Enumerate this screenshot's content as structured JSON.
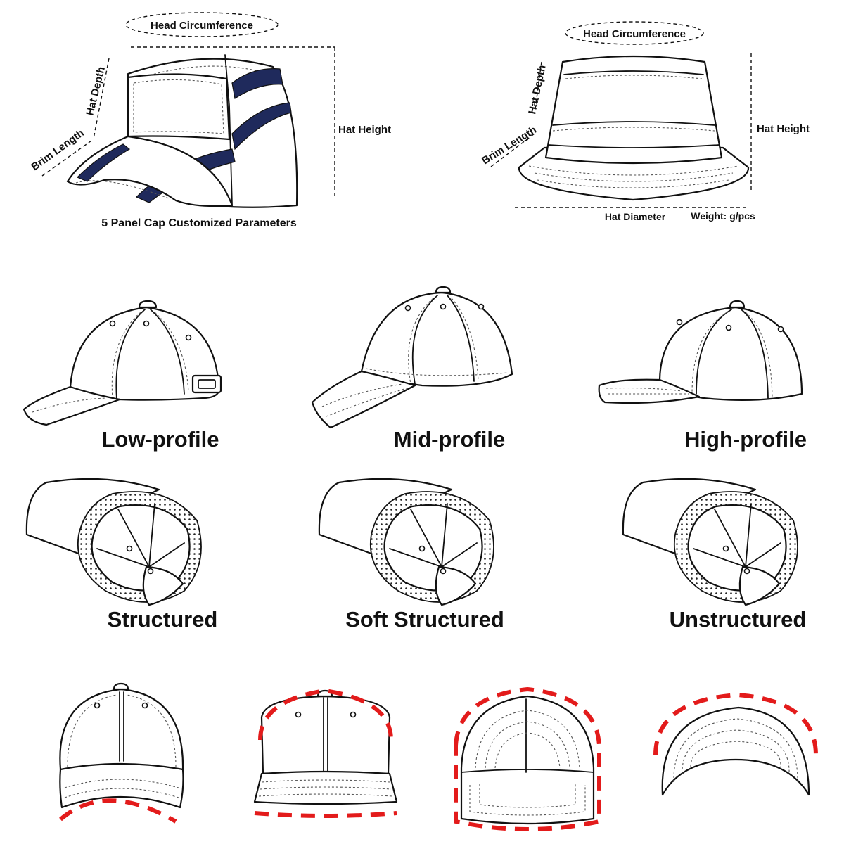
{
  "five_panel": {
    "head_circumference": "Head Circumference",
    "hat_depth": "Hat Depth",
    "brim_length": "Brim Length",
    "hat_height": "Hat Height",
    "caption": "5 Panel Cap Customized Parameters",
    "stripe_color": "#1f2a5c"
  },
  "bucket": {
    "head_circumference": "Head Circumference",
    "hat_depth": "Hat Depth",
    "brim_length": "Brim Length",
    "hat_height": "Hat Height",
    "hat_diameter": "Hat Diameter",
    "weight": "Weight: g/pcs"
  },
  "profiles": [
    "Low-profile",
    "Mid-profile",
    "High-profile"
  ],
  "structures": [
    "Structured",
    "Soft Structured",
    "Unstructured"
  ],
  "highlight_color": "#e31b1b"
}
